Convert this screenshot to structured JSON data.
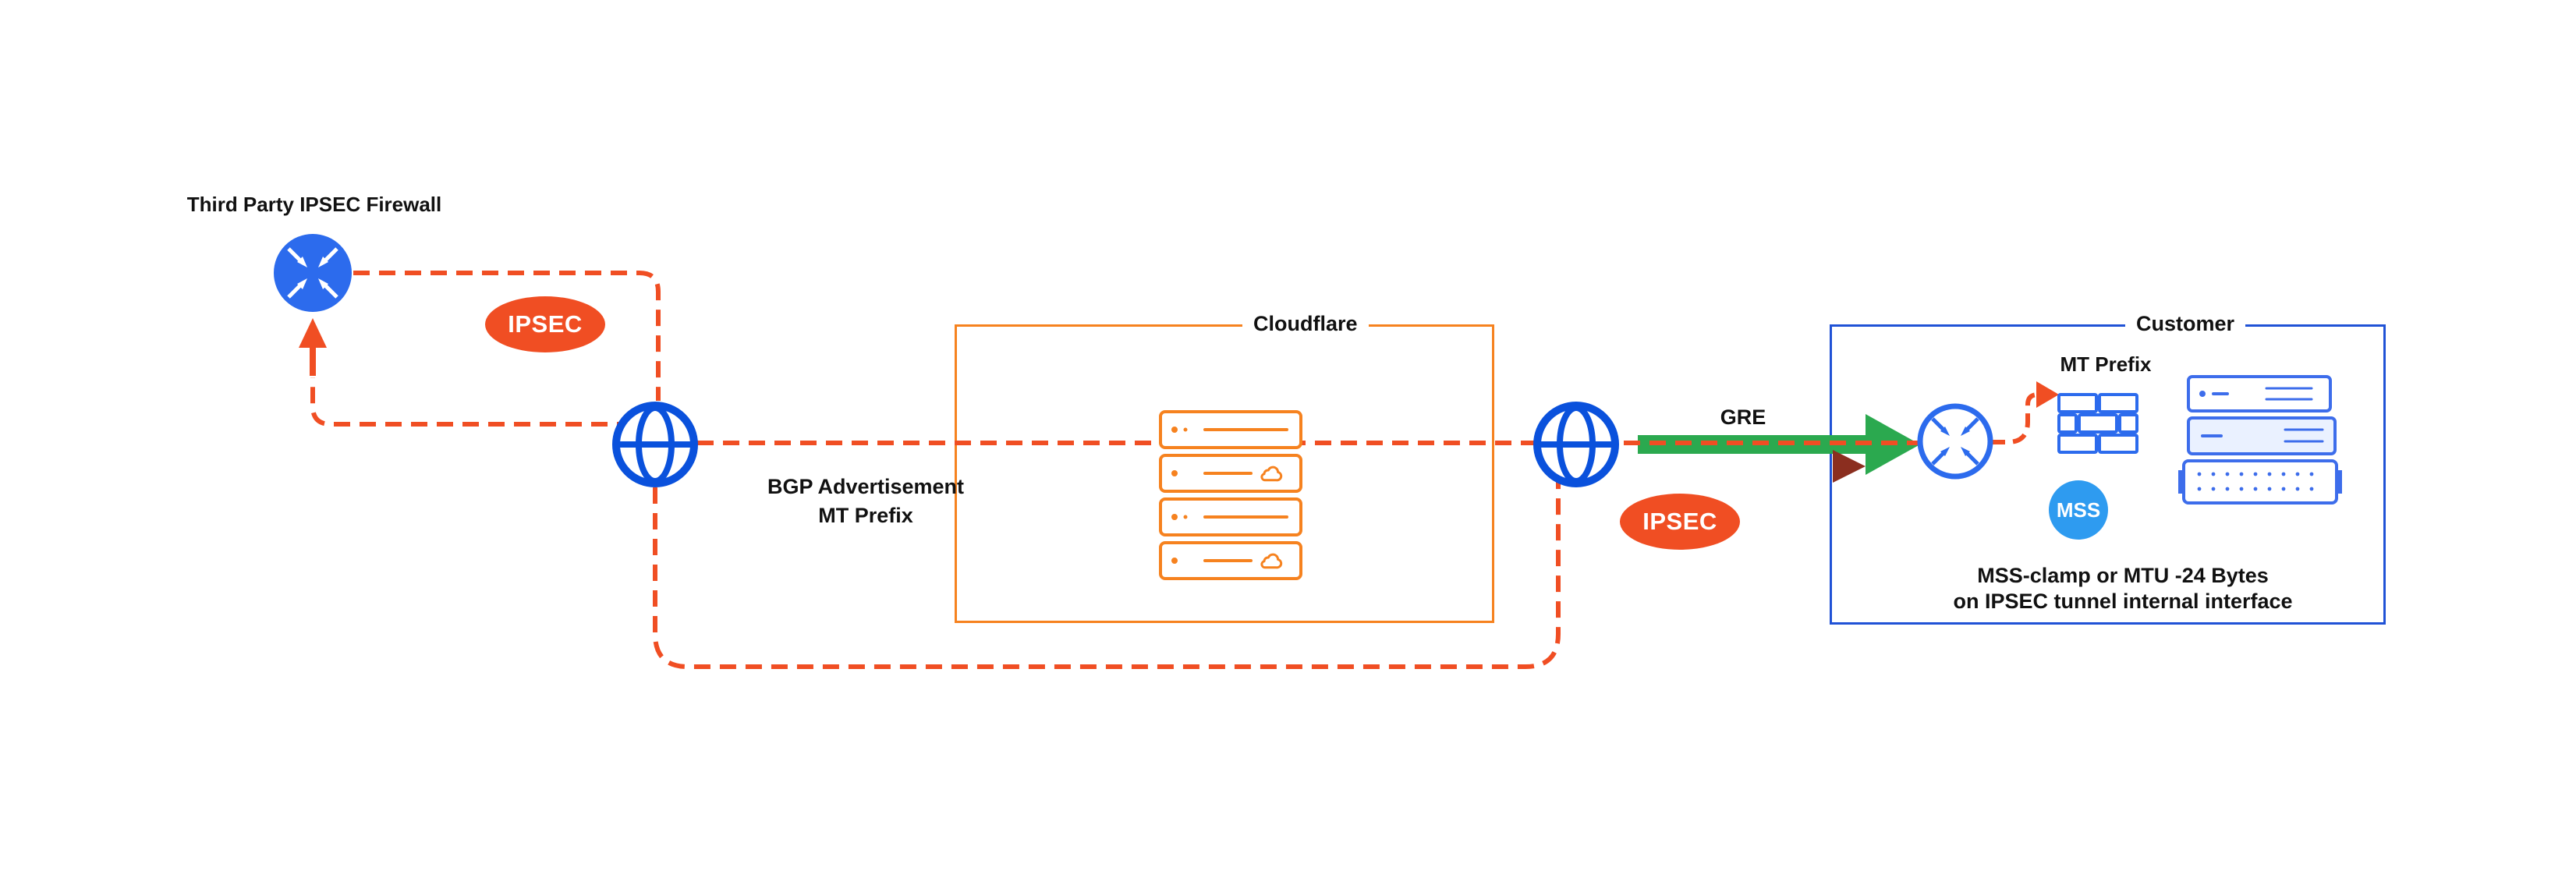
{
  "labels": {
    "third_party_firewall": "Third Party IPSEC Firewall",
    "ipsec_left": "IPSEC",
    "ipsec_right": "IPSEC",
    "bgp_line1": "BGP Advertisement",
    "bgp_line2": "MT Prefix",
    "cloudflare": "Cloudflare",
    "customer": "Customer",
    "gre": "GRE",
    "mt_prefix": "MT Prefix",
    "mss": "MSS",
    "mss_note_line1": "MSS-clamp or MTU -24 Bytes",
    "mss_note_line2": "on IPSEC tunnel internal interface"
  },
  "icons": {
    "third_party_router": "router-arrows-icon",
    "internet_left": "globe-icon",
    "internet_right": "globe-icon",
    "cloudflare_servers": "server-stack-icon",
    "customer_router": "router-arrows-icon",
    "customer_firewall": "brick-wall-icon",
    "customer_servers": "server-stack-icon",
    "gre_arrow": "green-arrow-icon",
    "ipsec_tunnel": "dashed-path"
  },
  "colors": {
    "dash_red_orange": "#F04E23",
    "cloudflare_orange": "#F6821F",
    "globe_blue": "#0A51DC",
    "router_blue": "#2C6BED",
    "customer_box_blue": "#2052D6",
    "server_blue": "#3D6DEB",
    "mss_blue": "#2E9BF0",
    "gre_green": "#2BA94F",
    "dark_red_arrow": "#8B2E1F",
    "text": "#111111",
    "background": "#FFFFFF"
  }
}
